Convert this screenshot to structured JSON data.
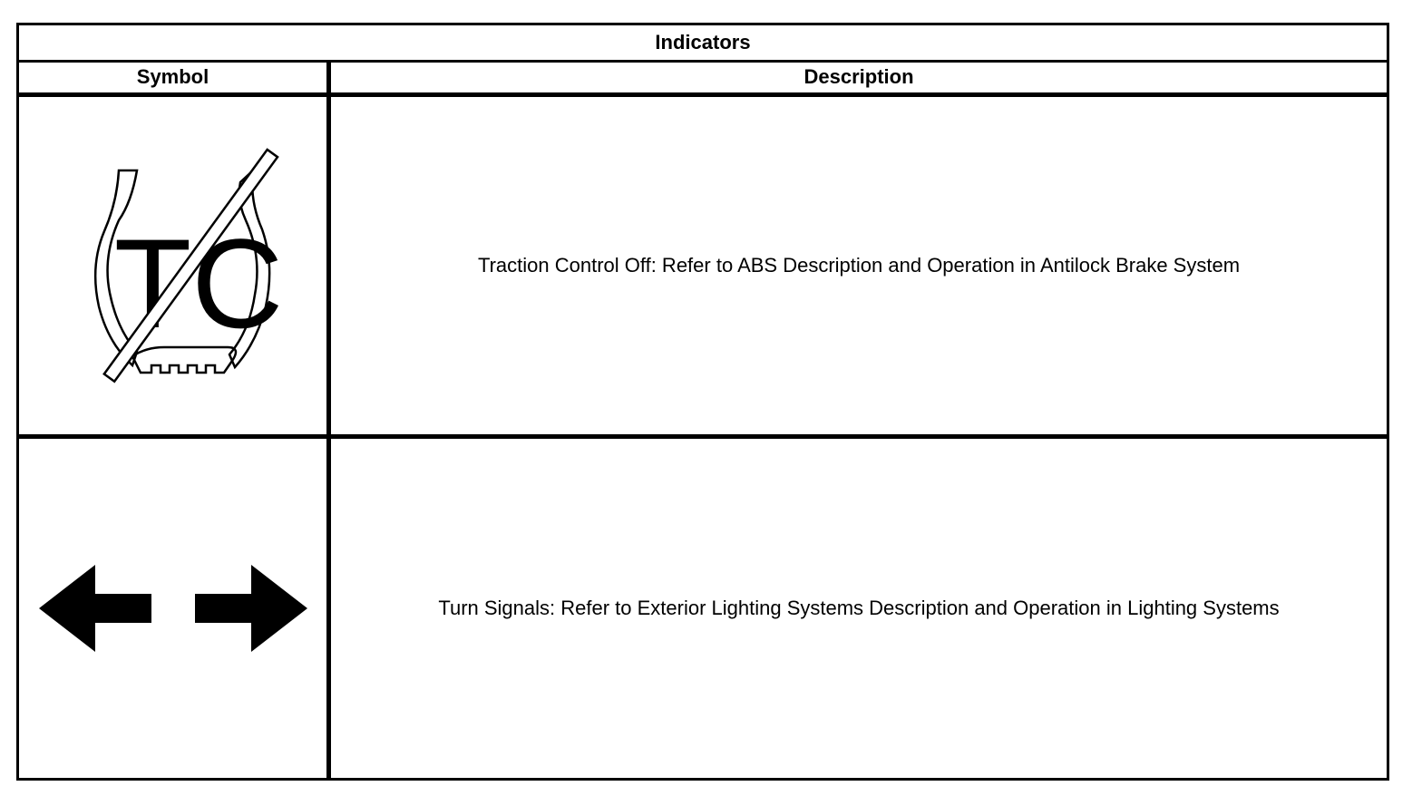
{
  "table": {
    "title": "Indicators",
    "columns": [
      "Symbol",
      "Description"
    ],
    "rows": [
      {
        "symbol_icon": "traction-control-off-icon",
        "description": "Traction Control Off: Refer to ABS Description and Operation in Antilock Brake System"
      },
      {
        "symbol_icon": "turn-signals-icon",
        "description": "Turn Signals: Refer to Exterior Lighting Systems Description and Operation in Lighting Systems"
      }
    ],
    "tc_symbol_text": "TC"
  }
}
